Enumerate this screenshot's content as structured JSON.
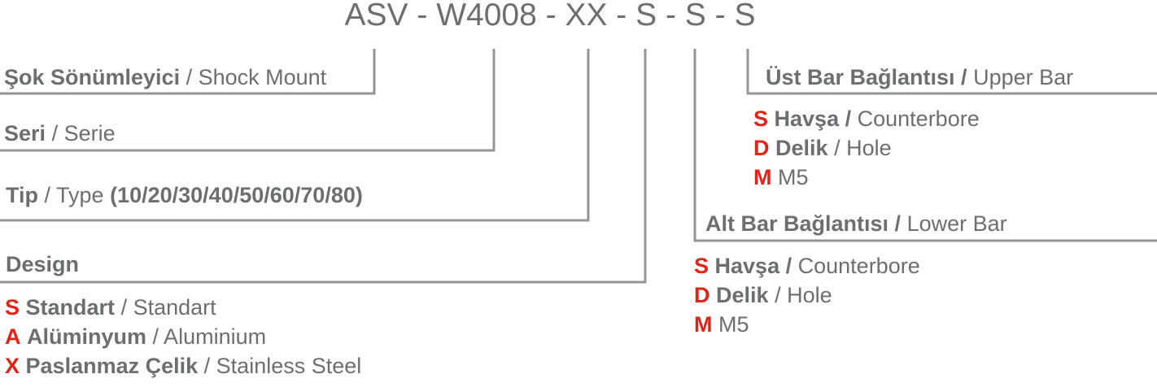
{
  "title": "ASV - W4008 - XX - S - S - S",
  "colors": {
    "text": "#6d6e71",
    "line": "#939598",
    "code": "#e2231a"
  },
  "shock_mount": {
    "tr": "Şok Sönümleyici",
    "en": "/ Shock Mount"
  },
  "serie": {
    "tr": "Seri",
    "en": "/ Serie"
  },
  "type": {
    "tr": "Tip",
    "en": "/ Type",
    "values": "(10/20/30/40/50/60/70/80)"
  },
  "design": {
    "label": "Design",
    "options": [
      {
        "code": "S",
        "tr": "Standart",
        "en": "/ Standart"
      },
      {
        "code": "A",
        "tr": "Alüminyum",
        "en": "/ Aluminium"
      },
      {
        "code": "X",
        "tr": "Paslanmaz Çelik",
        "en": "/ Stainless Steel"
      }
    ]
  },
  "upper_bar": {
    "tr": "Üst Bar Bağlantısı /",
    "en": "Upper Bar",
    "options": [
      {
        "code": "S",
        "tr": "Havşa /",
        "en": "Counterbore"
      },
      {
        "code": "D",
        "tr": "Delik",
        "en": "/ Hole"
      },
      {
        "code": "M",
        "tr": "",
        "en": "M5"
      }
    ]
  },
  "lower_bar": {
    "tr": "Alt Bar Bağlantısı /",
    "en": "Lower Bar",
    "options": [
      {
        "code": "S",
        "tr": "Havşa /",
        "en": "Counterbore"
      },
      {
        "code": "D",
        "tr": "Delik",
        "en": "/ Hole"
      },
      {
        "code": "M",
        "tr": "",
        "en": "M5"
      }
    ]
  }
}
